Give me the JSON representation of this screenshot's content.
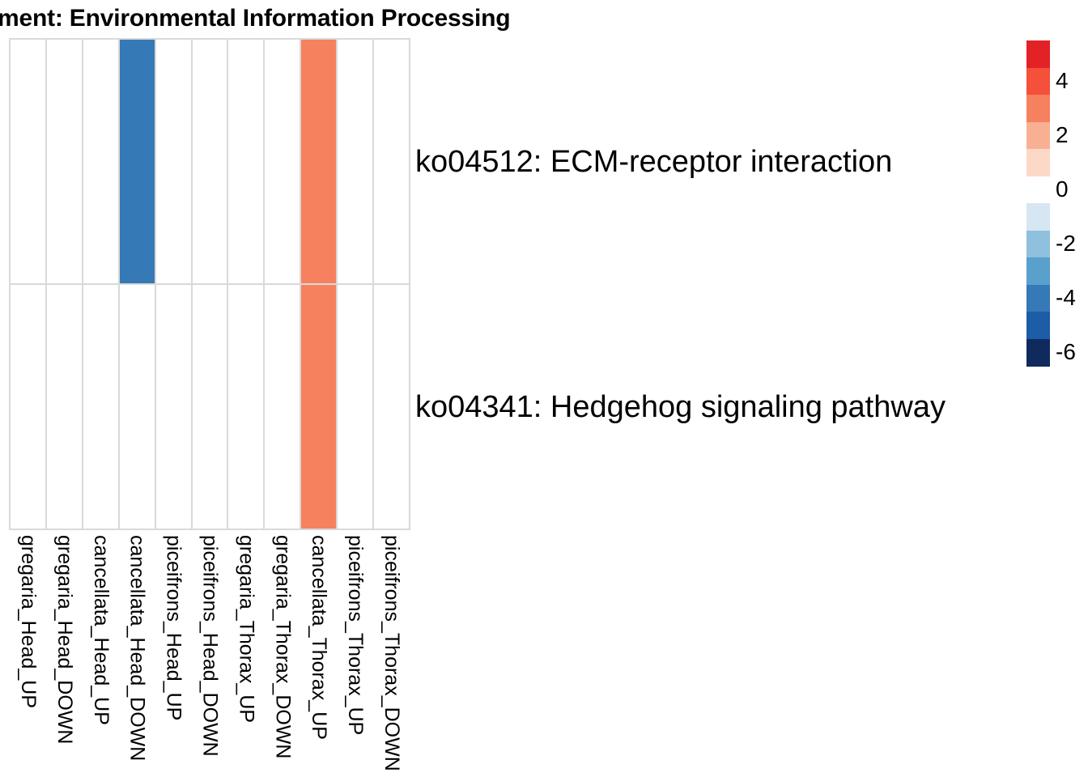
{
  "title": "ment: Environmental Information Processing",
  "chart_data": {
    "type": "heatmap",
    "title": "ment: Environmental Information Processing",
    "columns": [
      "gregaria_Head_UP",
      "gregaria_Head_DOWN",
      "cancellata_Head_UP",
      "cancellata_Head_DOWN",
      "piceifrons_Head_UP",
      "piceifrons_Head_DOWN",
      "gregaria_Thorax_UP",
      "gregaria_Thorax_DOWN",
      "cancellata_Thorax_UP",
      "piceifrons_Thorax_UP",
      "piceifrons_Thorax_DOWN"
    ],
    "rows": [
      "ko04512: ECM-receptor interaction",
      "ko04341: Hedgehog signaling pathway"
    ],
    "values": [
      [
        null,
        null,
        null,
        -4,
        null,
        null,
        null,
        null,
        3,
        null,
        null
      ],
      [
        null,
        null,
        null,
        null,
        null,
        null,
        null,
        null,
        3,
        null,
        null
      ]
    ],
    "empty_cell_color": "#ffffff",
    "grid_line_color": "#d9d9d9",
    "legend": {
      "position": "right",
      "tick_labels": [
        "4",
        "2",
        "0",
        "-2",
        "-4",
        "-6"
      ],
      "segment_values": [
        5,
        4,
        3,
        2,
        1,
        0,
        -1,
        -2,
        -3,
        -4,
        -5,
        -6
      ],
      "segment_colors": [
        "#e32227",
        "#f4503a",
        "#f6815f",
        "#f9b092",
        "#fcd8c6",
        "#ffffff",
        "#d7e6f3",
        "#8fc0dd",
        "#59a0cc",
        "#3579b6",
        "#1d5ca6",
        "#112a5e"
      ]
    }
  }
}
